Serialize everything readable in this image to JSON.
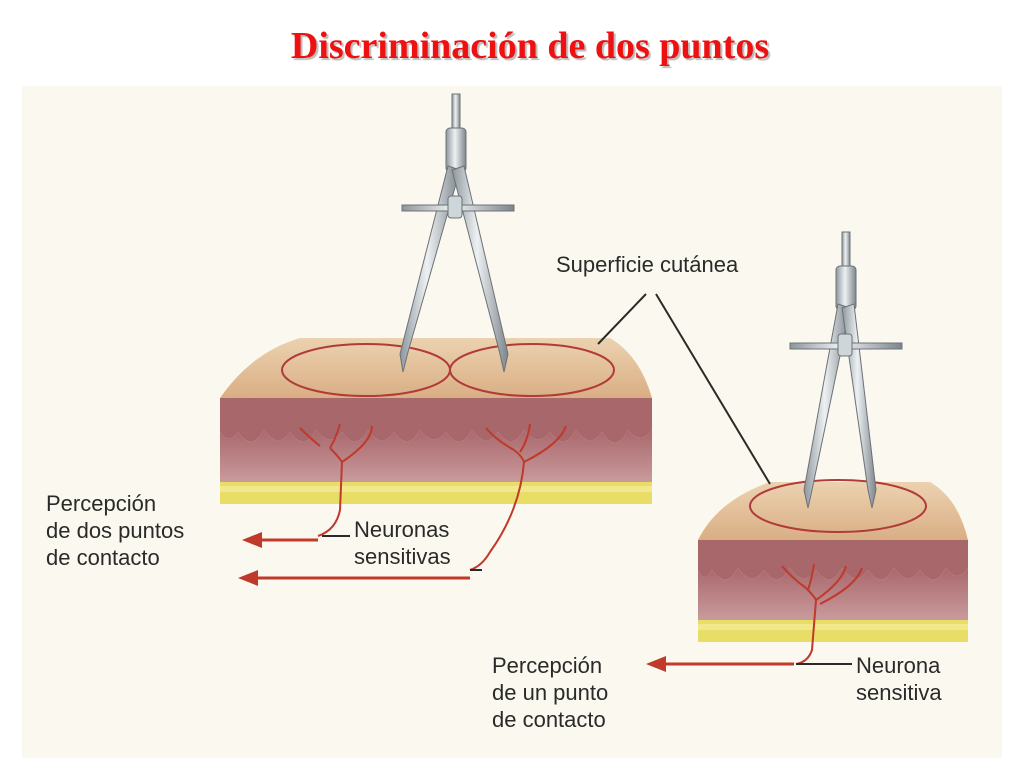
{
  "title": "Discriminación de dos puntos",
  "labels": {
    "superficie": "Superficie cutánea",
    "percepcion_dos": [
      "Percepción",
      "de dos puntos",
      "de contacto"
    ],
    "neuronas": [
      "Neuronas",
      "sensitivas"
    ],
    "percepcion_un": [
      "Percepción",
      "de un punto",
      "de contacto"
    ],
    "neurona": [
      "Neurona",
      "sensitiva"
    ]
  },
  "colors": {
    "title": "#ee1111",
    "text": "#2a2a2a",
    "nerve": "#c0392b",
    "receptive_field": "#b23a3a",
    "skin_top": "#e9c9a1",
    "dermis": "#b5797d",
    "fat": "#e7dd67"
  }
}
